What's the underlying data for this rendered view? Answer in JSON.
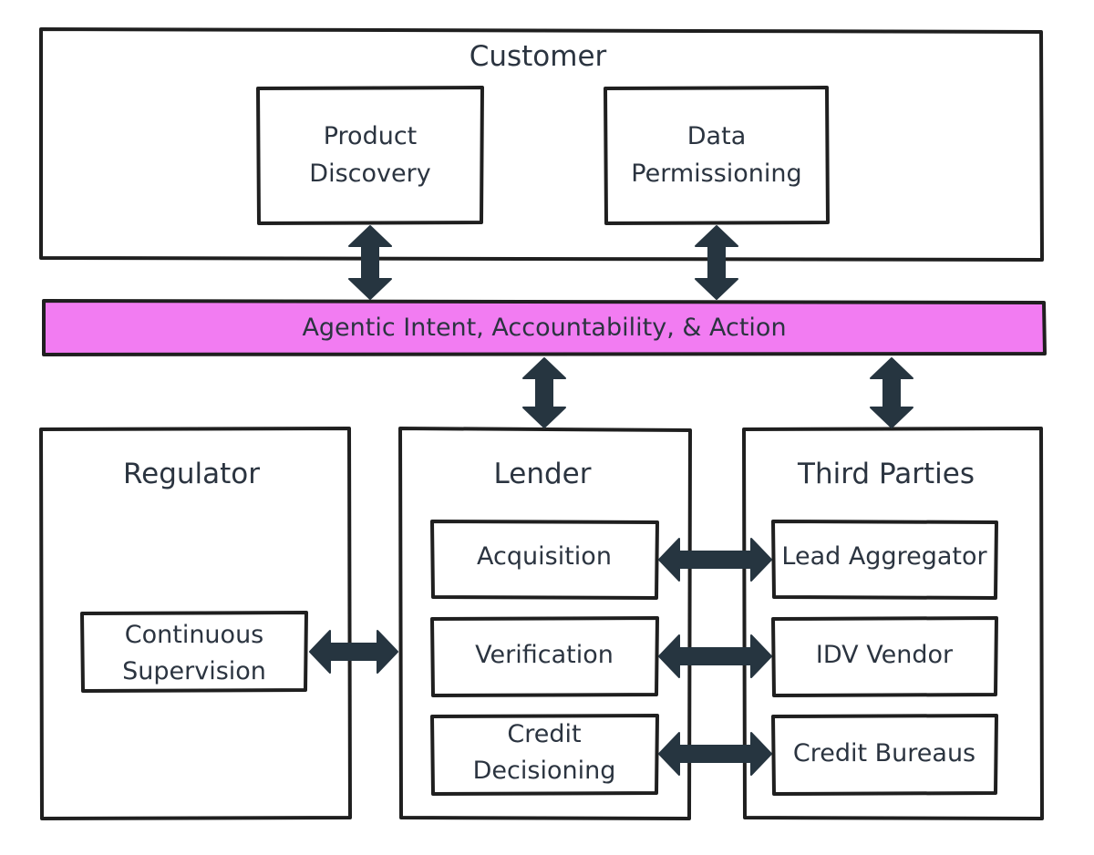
{
  "customer": {
    "title": "Customer",
    "boxes": [
      {
        "line1": "Product",
        "line2": "Discovery"
      },
      {
        "line1": "Data",
        "line2": "Permissioning"
      }
    ]
  },
  "band": {
    "label": "Agentic Intent, Accountability, & Action",
    "color": "#f27cf2"
  },
  "regulator": {
    "title": "Regulator",
    "box": {
      "line1": "Continuous",
      "line2": "Supervision"
    }
  },
  "lender": {
    "title": "Lender",
    "boxes": [
      {
        "line1": "Acquisition"
      },
      {
        "line1": "Verification"
      },
      {
        "line1": "Credit",
        "line2": "Decisioning"
      }
    ]
  },
  "third_parties": {
    "title": "Third Parties",
    "boxes": [
      {
        "line1": "Lead Aggregator"
      },
      {
        "line1": "IDV Vendor"
      },
      {
        "line1": "Credit Bureaus"
      }
    ]
  },
  "colors": {
    "stroke": "#1f1f1f",
    "arrow": "#263540",
    "text": "#2b3440"
  }
}
